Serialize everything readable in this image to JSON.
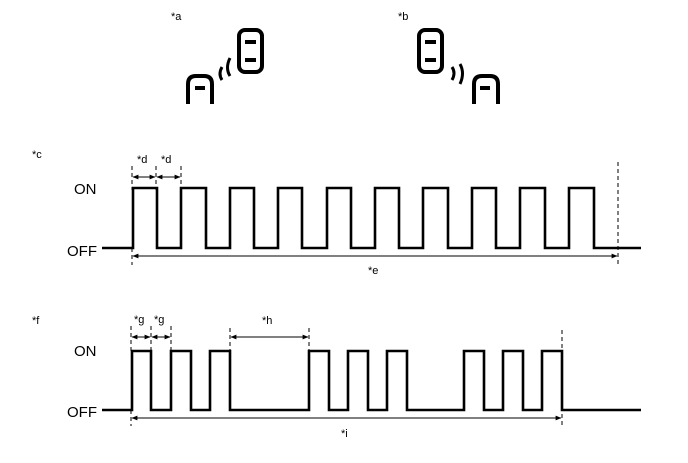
{
  "labels": {
    "a": "*a",
    "b": "*b",
    "c": "*c",
    "d1": "*d",
    "d2": "*d",
    "e": "*e",
    "f": "*f",
    "g1": "*g",
    "g2": "*g",
    "h": "*h",
    "i": "*i"
  },
  "signal": {
    "on": "ON",
    "off": "OFF"
  },
  "icons": [
    "key-fob-icon",
    "vehicle-icon",
    "signal-waves-icon"
  ]
}
